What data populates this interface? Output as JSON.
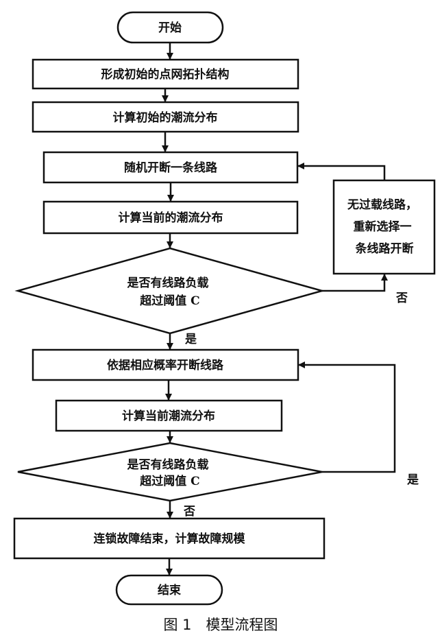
{
  "nodes": {
    "start": "开始",
    "step1": "形成初始的点网拓扑结构",
    "step2": "计算初始的潮流分布",
    "step3": "随机开断一条线路",
    "step4": "计算当前的潮流分布",
    "decision1": [
      "是否有线路负载",
      "超过阈值 C"
    ],
    "retry": [
      "无过载线路，",
      "重新选择一",
      "条线路开断"
    ],
    "step5": "依据相应概率开断线路",
    "step6": "计算当前潮流分布",
    "decision2": [
      "是否有线路负载",
      "超过阈值 C"
    ],
    "step7": "连锁故障结束，计算故障规模",
    "end": "结束"
  },
  "edges": {
    "decision1_yes": "是",
    "decision1_no": "否",
    "decision2_yes": "是",
    "decision2_no": "否"
  },
  "caption": "图 1　模型流程图",
  "colors": {
    "stroke": "#111111",
    "background": "#ffffff"
  }
}
